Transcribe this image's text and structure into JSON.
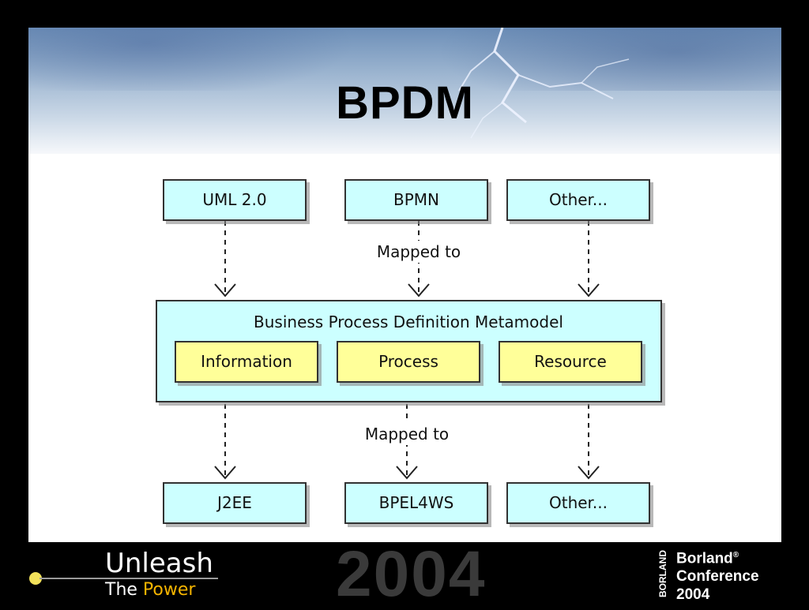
{
  "slide": {
    "title": "BPDM"
  },
  "diagram": {
    "top_sources": [
      "UML 2.0",
      "BPMN",
      "Other..."
    ],
    "mapped_label_top": "Mapped to",
    "metamodel_title": "Business Process Definition Metamodel",
    "metamodel_parts": [
      "Information",
      "Process",
      "Resource"
    ],
    "mapped_label_bottom": "Mapped to",
    "bottom_targets": [
      "J2EE",
      "BPEL4WS",
      "Other..."
    ],
    "colors": {
      "outer_box_fill": "#ccffff",
      "inner_box_fill": "#ffff99",
      "border": "#333333"
    }
  },
  "footer": {
    "tagline_line1": "Unleash",
    "tagline_line2_prefix": "The ",
    "tagline_line2_highlight": "Power",
    "year": "2004",
    "brand_vertical": "BORLAND",
    "conference_name": "Borland",
    "conference_line2": "Conference",
    "conference_line3": "2004",
    "registered_mark": "®"
  }
}
